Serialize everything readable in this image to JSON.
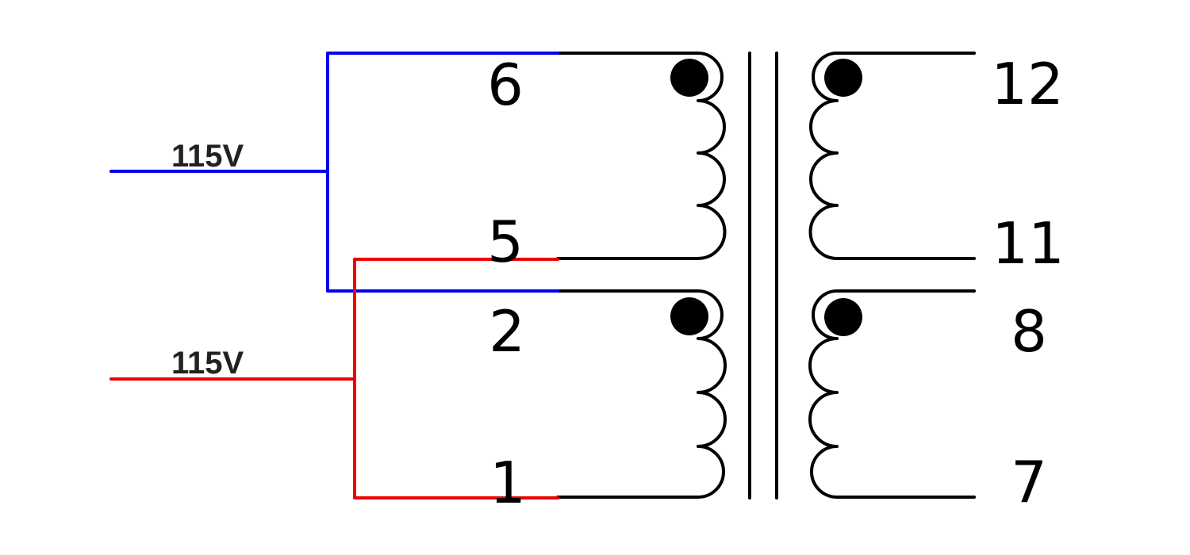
{
  "labels": {
    "voltage_top": "115V",
    "voltage_bottom": "115V"
  },
  "pins": {
    "p6": "6",
    "p5": "5",
    "p2": "2",
    "p1": "1",
    "p12": "12",
    "p11": "11",
    "p8": "8",
    "p7": "7"
  },
  "colors": {
    "top_input_wire": "#0000ee",
    "bottom_input_wire": "#ee0000",
    "winding": "#000000",
    "label_text": "#222222"
  }
}
